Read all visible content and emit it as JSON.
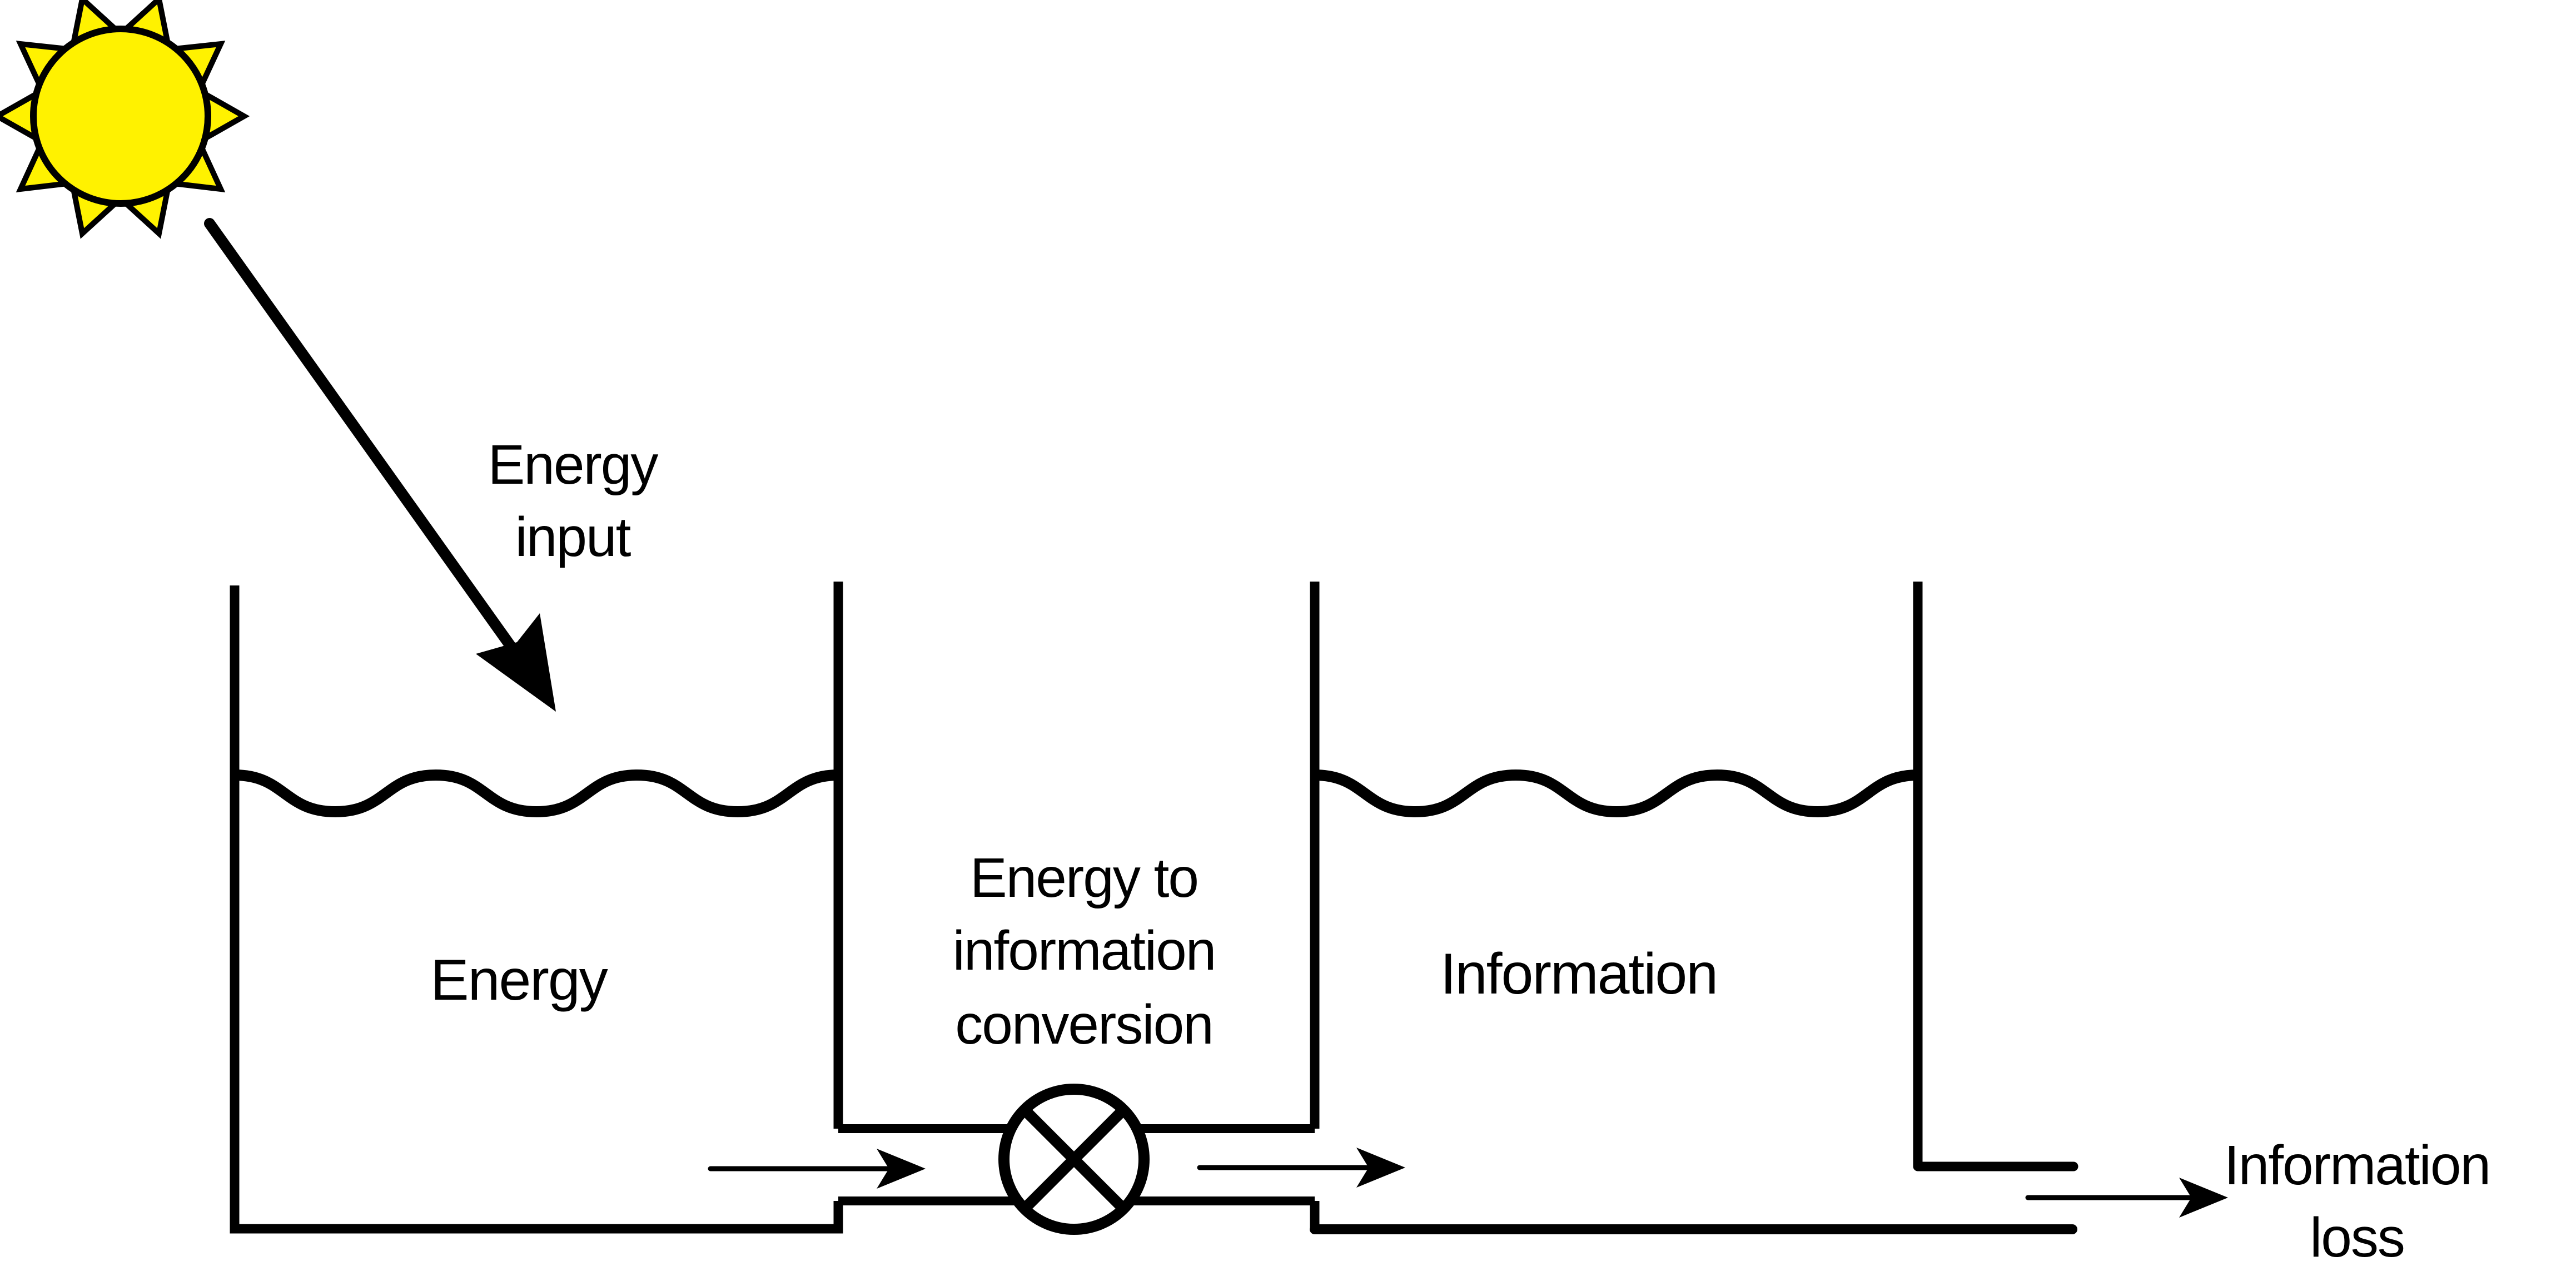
{
  "colors": {
    "background": "#ffffff",
    "line": "#000000",
    "sun_fill": "#fff200"
  },
  "labels": {
    "energy_input": {
      "line1": "Energy",
      "line2": "input"
    },
    "energy_tank": "Energy",
    "conversion": {
      "line1": "Energy to",
      "line2": "information",
      "line3": "conversion"
    },
    "information_tank": "Information",
    "information_loss": {
      "line1": "Information",
      "line2": "loss"
    }
  }
}
